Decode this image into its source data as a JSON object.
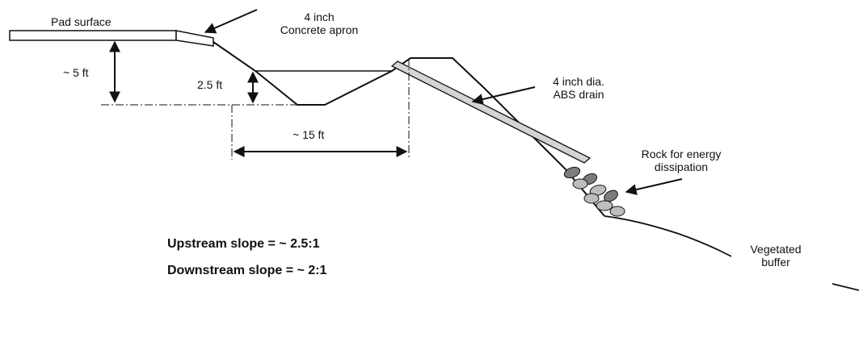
{
  "labels": {
    "pad_surface": "Pad surface",
    "apron_line1": "4 inch",
    "apron_line2": "Concrete apron",
    "depth_total": "~ 5 ft",
    "depth_basin": "2.5 ft",
    "width_basin": "~ 15 ft",
    "drain_line1": "4 inch dia.",
    "drain_line2": "ABS drain",
    "rock_line1": "Rock for energy",
    "rock_line2": "dissipation",
    "buffer_line1": "Vegetated",
    "buffer_line2": "buffer",
    "upstream_slope": "Upstream slope = ~ 2.5:1",
    "downstream_slope": "Downstream slope = ~ 2:1"
  },
  "colors": {
    "line": "#111111",
    "drain_fill": "#d4d4d4",
    "rock_dark": "#7d7d7d",
    "rock_light": "#bdbdbd"
  }
}
